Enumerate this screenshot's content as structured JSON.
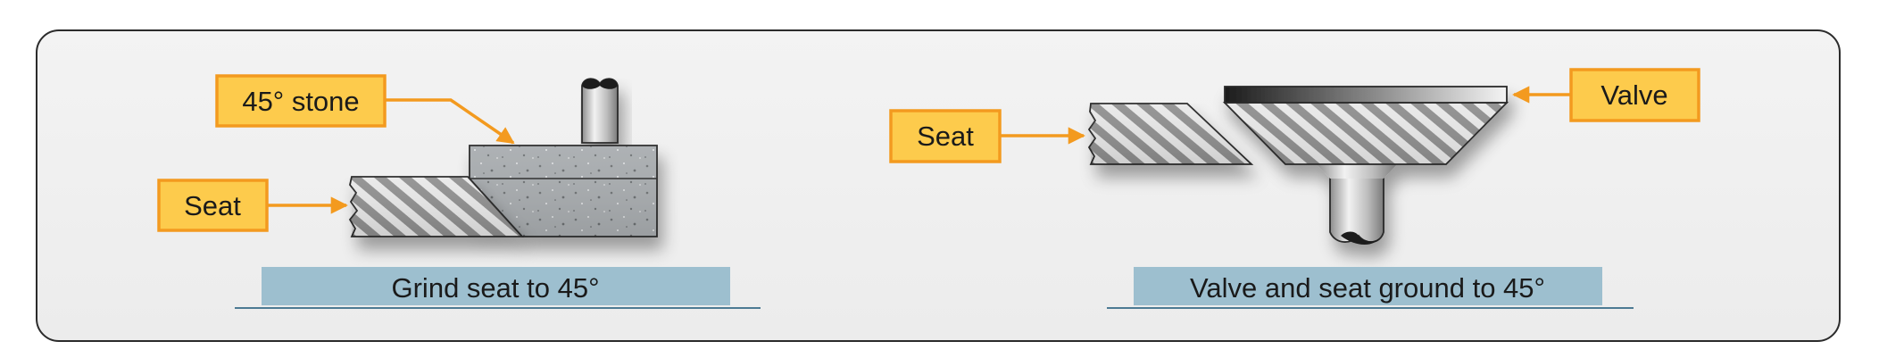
{
  "panels": {
    "left": {
      "caption": "Grind seat to 45°",
      "stone_label": "45° stone",
      "seat_label": "Seat"
    },
    "right": {
      "caption": "Valve and seat ground to 45°",
      "seat_label": "Seat",
      "valve_label": "Valve"
    }
  },
  "colors": {
    "callout_fill": "#fdcb4c",
    "callout_border": "#f39a1f",
    "arrow": "#f39a1f",
    "caption_bar": "#9dbfcf",
    "caption_line": "#4d7a93",
    "frame_border": "#2b2b2b",
    "frame_fill": "#efefef"
  }
}
